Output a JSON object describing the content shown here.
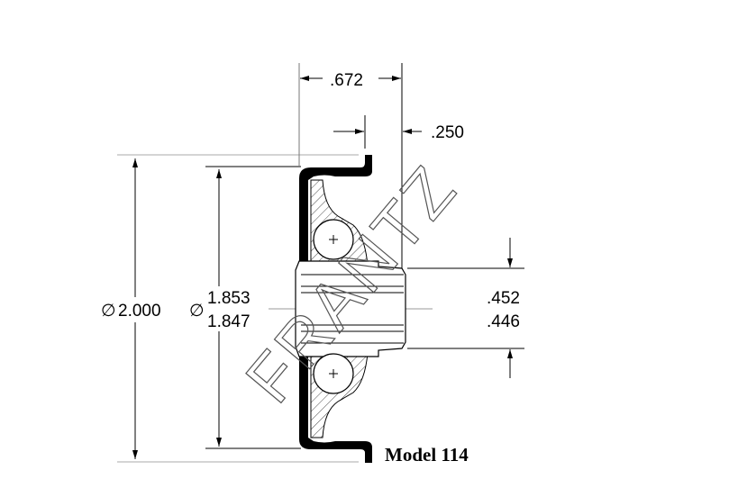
{
  "drawing": {
    "model_label": "Model 114",
    "watermark": "FRANTZ",
    "dimensions": {
      "width_overall": ".672",
      "flange_offset": ".250",
      "outer_diameter": "2.000",
      "tread_diameter_max": "1.853",
      "tread_diameter_min": "1.847",
      "bore_max": ".452",
      "bore_min": ".446",
      "diameter_symbol": "∅"
    }
  }
}
